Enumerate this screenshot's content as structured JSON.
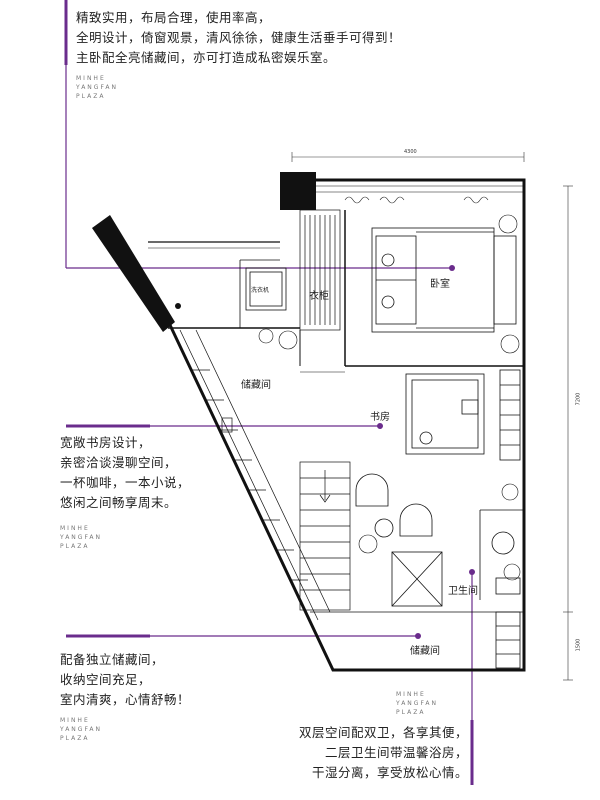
{
  "blocks": {
    "top": [
      "精致实用，布局合理，使用率高，",
      "全明设计，倚窗观景，清风徐徐，健康生活垂手可得到！",
      "主卧配全亮储藏间，亦可打造成私密娱乐室。"
    ],
    "study": [
      "宽敞书房设计，",
      "亲密洽谈漫聊空间，",
      "一杯咖啡，一本小说，",
      "悠闲之间畅享周末。"
    ],
    "storage": [
      "配备独立储藏间，",
      "收纳空间充足，",
      "室内清爽，心情舒畅！"
    ],
    "bath": [
      "双层空间配双卫，各享其便，",
      "二层卫生间带温馨浴房，",
      "干湿分离，享受放松心情。"
    ]
  },
  "brand": [
    "MINHE",
    "YANGFAN",
    "PLAZA"
  ],
  "rooms": {
    "bedroom": "卧室",
    "wardrobe": "衣柜",
    "storage_upper": "储藏间",
    "study": "书房",
    "bathroom": "卫生间",
    "storage_lower": "储藏间",
    "washer": "洗衣机"
  },
  "dimensions": {
    "top": "4300",
    "right_main": "7200",
    "right_lower": "1500"
  },
  "colors": {
    "accent": "#6a2c8c",
    "wall": "#111111"
  }
}
